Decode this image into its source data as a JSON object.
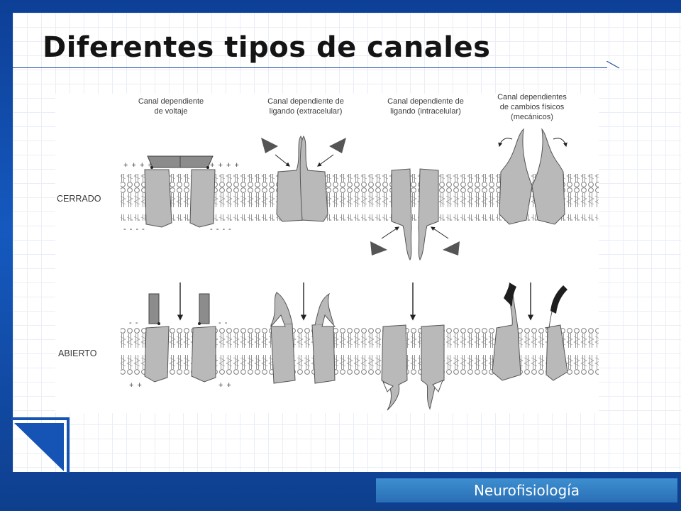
{
  "slide": {
    "title": "Diferentes tipos de canales",
    "footer": "Neurofisiología"
  },
  "figure": {
    "columns": [
      {
        "line1": "Canal dependiente",
        "line2": "de voltaje",
        "line3": ""
      },
      {
        "line1": "Canal dependiente de",
        "line2": "ligando (extracelular)",
        "line3": ""
      },
      {
        "line1": "Canal dependiente de",
        "line2": "ligando (intracelular)",
        "line3": ""
      },
      {
        "line1": "Canal dependientes",
        "line2": "de cambios físicos",
        "line3": "(mecánicos)"
      }
    ],
    "rows": {
      "closed": "CERRADO",
      "open": "ABIERTO"
    },
    "charges": {
      "closed_top_left": "+ + + +",
      "closed_top_right": "+ + + +",
      "closed_bottom_left": "- - - -",
      "closed_bottom_right": "- - - -",
      "open_top_left": "- -",
      "open_top_right": "- -",
      "open_bottom_left": "+ +",
      "open_bottom_right": "+ +"
    }
  },
  "colors": {
    "background": "#1559bf",
    "footer_badge": "#2f7cc2",
    "protein": "#b9b9b9",
    "membrane": "#8a8a8a"
  }
}
